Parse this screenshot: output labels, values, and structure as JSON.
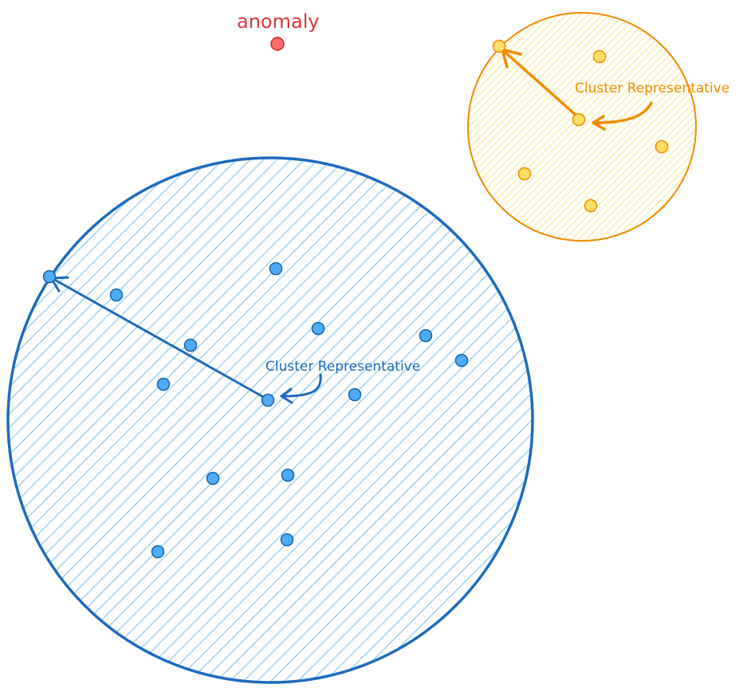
{
  "colors": {
    "anomaly_text": "#d9383a",
    "anomaly_fill": "#ff6b6b",
    "anomaly_stroke": "#c92a2a",
    "blue_stroke": "#1c6bbd",
    "blue_hatch": "#a5d3f5",
    "blue_point_fill": "#4dabf7",
    "blue_point_stroke": "#1864ab",
    "blue_text": "#1c6bbd",
    "orange_stroke": "#f08c00",
    "orange_hatch": "#ffe58a",
    "orange_point_fill": "#ffe066",
    "orange_point_stroke": "#f08c00",
    "orange_text": "#f08c00"
  },
  "labels": {
    "anomaly": "anomaly",
    "blue_representative": "Cluster Representative",
    "orange_representative": "Cluster Representative"
  }
}
